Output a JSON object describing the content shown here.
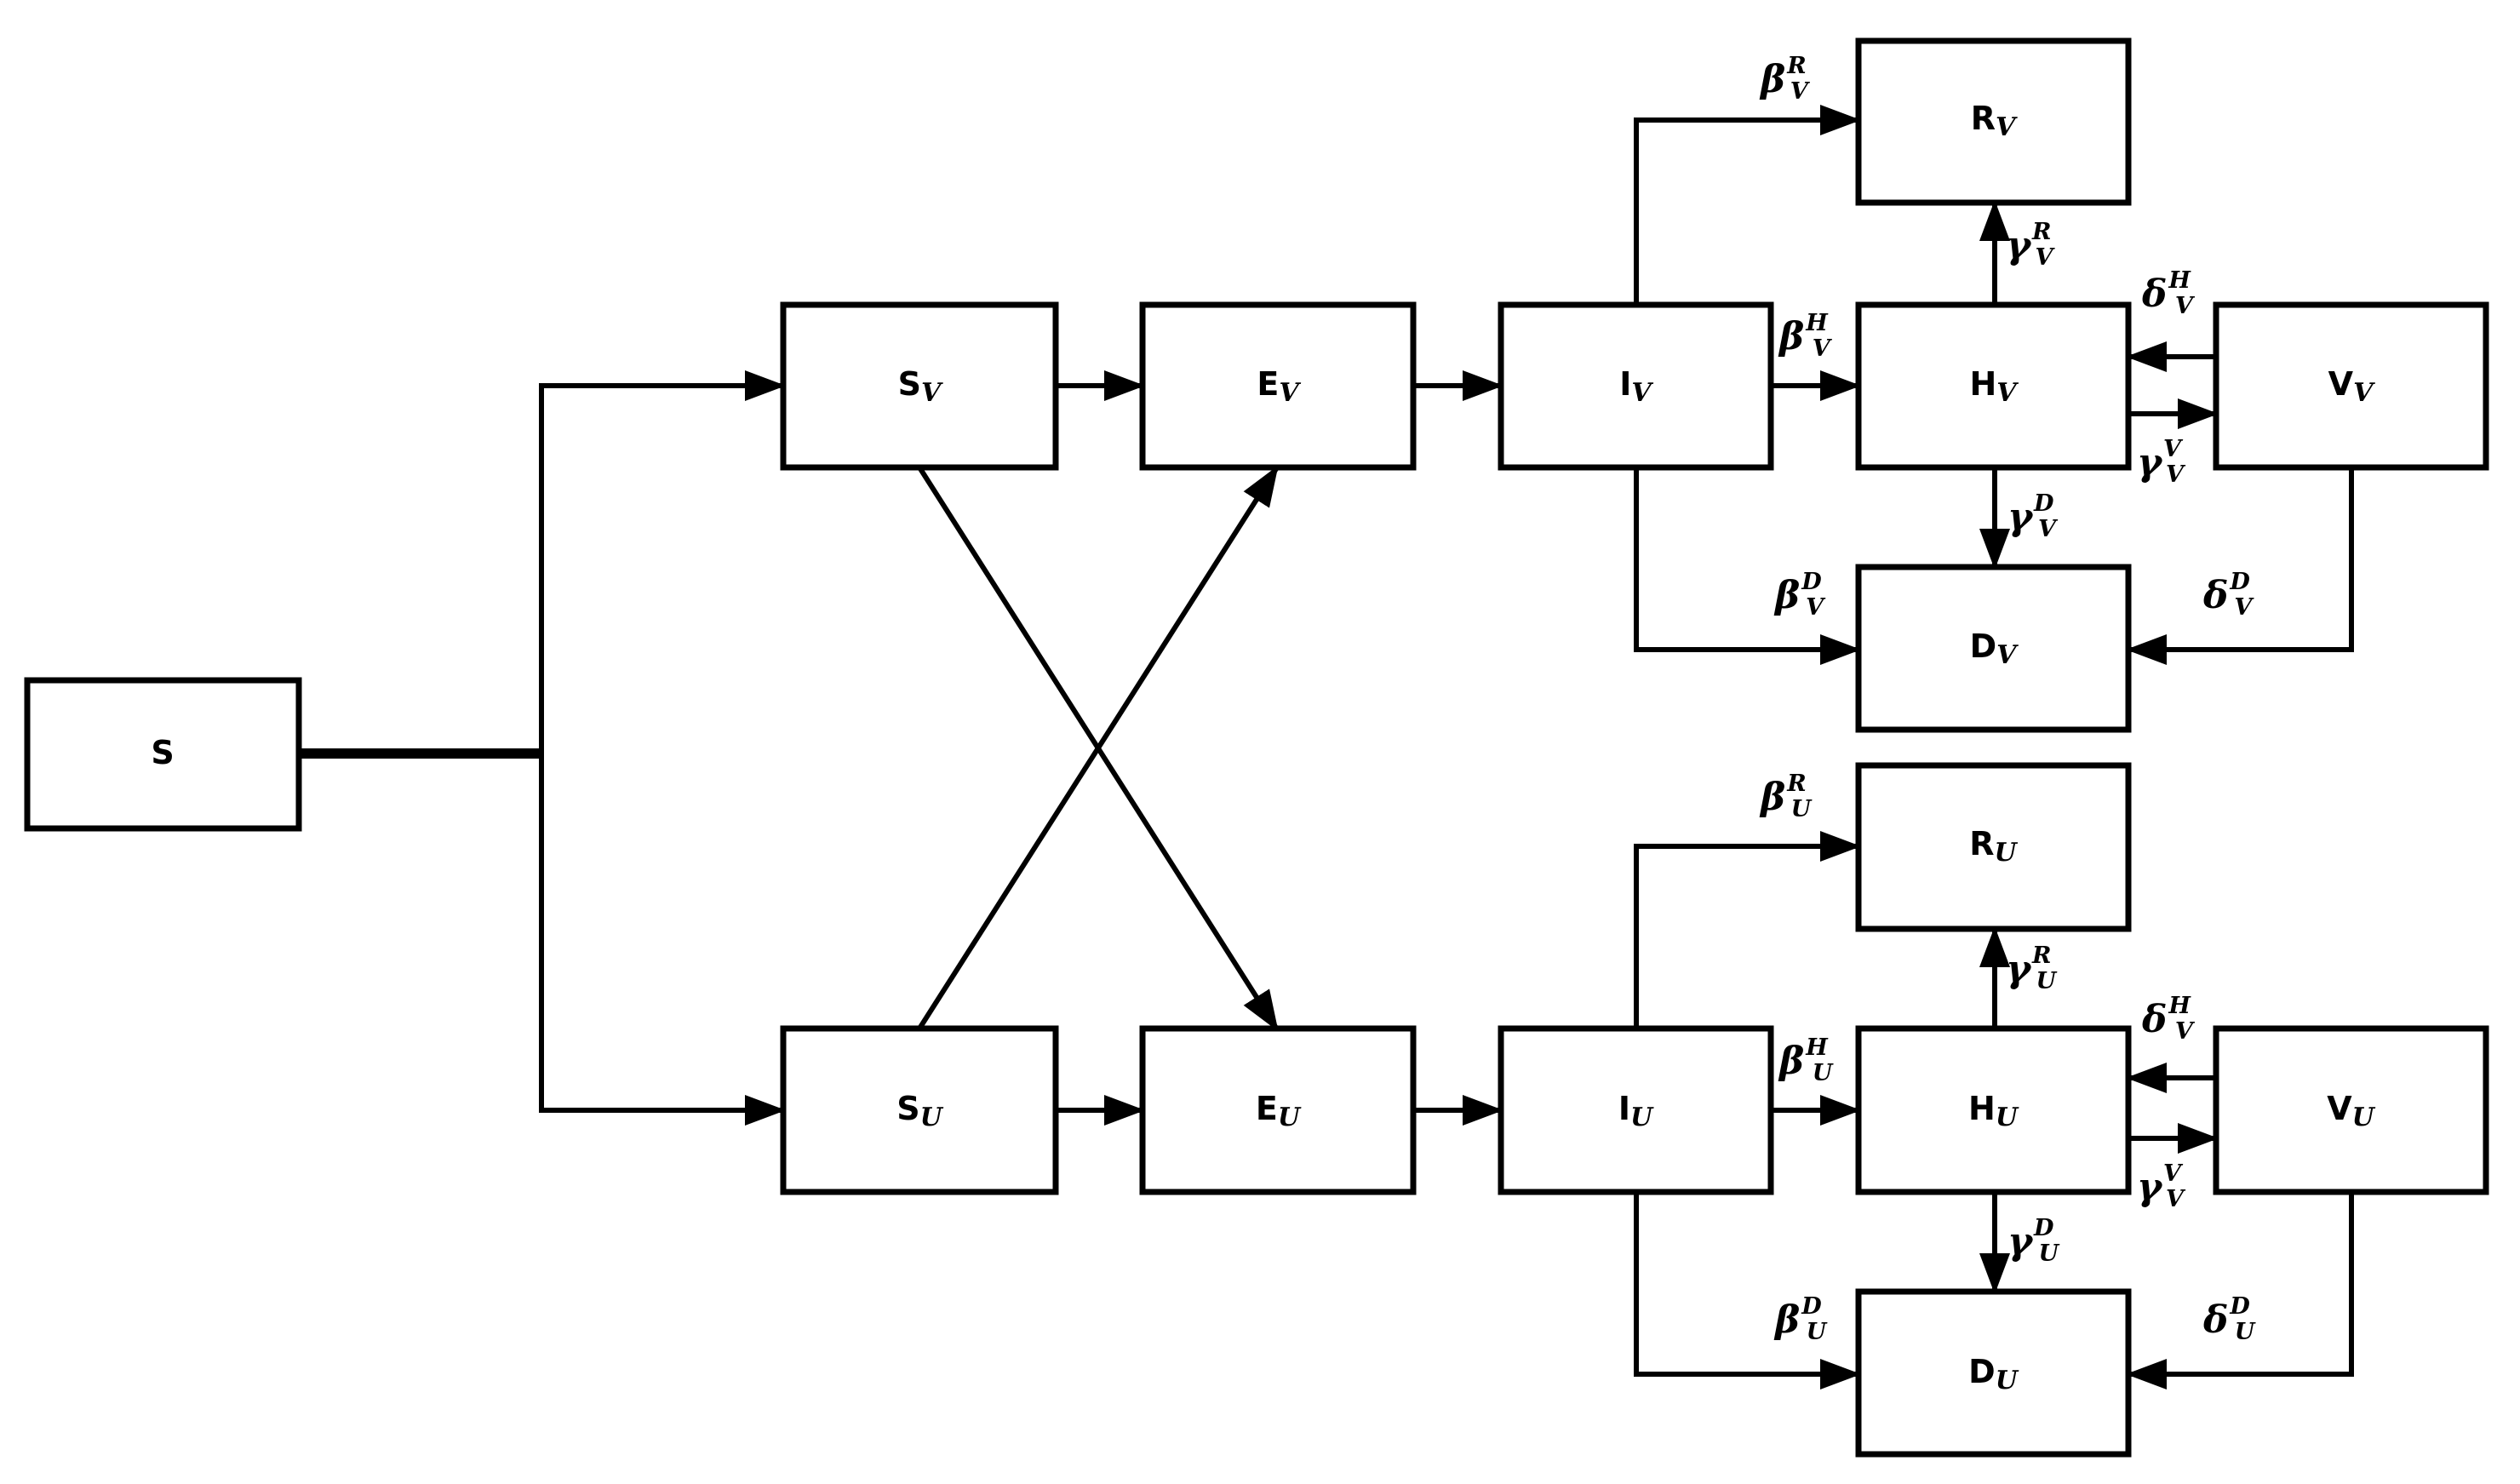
{
  "nodes": {
    "S": {
      "base": "S",
      "sub": ""
    },
    "SV": {
      "base": "S",
      "sub": "V"
    },
    "EV": {
      "base": "E",
      "sub": "V"
    },
    "IV": {
      "base": "I",
      "sub": "V"
    },
    "RV": {
      "base": "R",
      "sub": "V"
    },
    "HV": {
      "base": "H",
      "sub": "V"
    },
    "VV": {
      "base": "V",
      "sub": "V"
    },
    "DV": {
      "base": "D",
      "sub": "V"
    },
    "SU": {
      "base": "S",
      "sub": "U"
    },
    "EU": {
      "base": "E",
      "sub": "U"
    },
    "IU": {
      "base": "I",
      "sub": "U"
    },
    "RU": {
      "base": "R",
      "sub": "U"
    },
    "HU": {
      "base": "H",
      "sub": "U"
    },
    "VU": {
      "base": "V",
      "sub": "U"
    },
    "DU": {
      "base": "D",
      "sub": "U"
    }
  },
  "params": {
    "betaRV": {
      "sym": "β",
      "sup": "R",
      "sub": "V"
    },
    "betaHV": {
      "sym": "β",
      "sup": "H",
      "sub": "V"
    },
    "betaDV": {
      "sym": "β",
      "sup": "D",
      "sub": "V"
    },
    "gammaRV": {
      "sym": "γ",
      "sup": "R",
      "sub": "V"
    },
    "gammaVV": {
      "sym": "γ",
      "sup": "V",
      "sub": "V"
    },
    "gammaDV": {
      "sym": "γ",
      "sup": "D",
      "sub": "V"
    },
    "deltaHV": {
      "sym": "δ",
      "sup": "H",
      "sub": "V"
    },
    "deltaDV": {
      "sym": "δ",
      "sup": "D",
      "sub": "V"
    },
    "betaRU": {
      "sym": "β",
      "sup": "R",
      "sub": "U"
    },
    "betaHU": {
      "sym": "β",
      "sup": "H",
      "sub": "U"
    },
    "betaDU": {
      "sym": "β",
      "sup": "D",
      "sub": "U"
    },
    "gammaRU": {
      "sym": "γ",
      "sup": "R",
      "sub": "U"
    },
    "gammaVU": {
      "sym": "γ",
      "sup": "V",
      "sub": "V"
    },
    "gammaDU": {
      "sym": "γ",
      "sup": "D",
      "sub": "U"
    },
    "deltaHU": {
      "sym": "δ",
      "sup": "H",
      "sub": "V"
    },
    "deltaDU": {
      "sym": "δ",
      "sup": "D",
      "sub": "U"
    }
  }
}
